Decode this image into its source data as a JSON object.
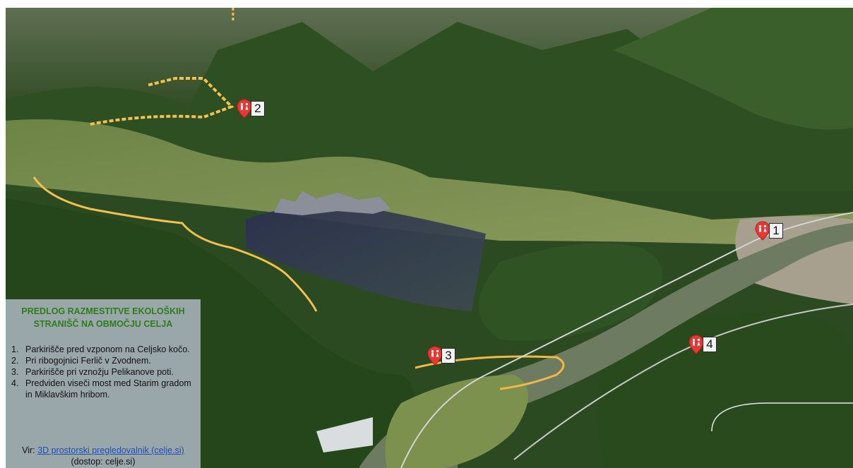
{
  "map": {
    "markers": [
      {
        "id": "1",
        "label": "1",
        "icon": "toilet-pin-icon"
      },
      {
        "id": "2",
        "label": "2",
        "icon": "toilet-pin-icon"
      },
      {
        "id": "3",
        "label": "3",
        "icon": "toilet-pin-icon"
      },
      {
        "id": "4",
        "label": "4",
        "icon": "toilet-pin-icon"
      }
    ],
    "colors": {
      "forest_dark": "#1f3a16",
      "forest": "#2f5223",
      "meadow": "#7b8f4e",
      "river": "#6f7d5e",
      "trail": "#f2c14e",
      "pin": "#e53935",
      "castle_area": "#3b3f5e"
    }
  },
  "legend": {
    "title_line1": "PREDLOG RAZMESTITVE EKOLOŠKIH",
    "title_line2": "STRANIŠČ NA OBMOČJU CELJA",
    "items": [
      {
        "num": "1.",
        "text": "Parkirišče pred vzponom na Celjsko kočo."
      },
      {
        "num": "2.",
        "text": "Pri ribogojnici Ferlič v Zvodnem."
      },
      {
        "num": "3.",
        "text": "Parkirišče pri vznožju Pelikanove poti."
      },
      {
        "num": "4.",
        "text": "Predviden viseči most med Starim gradom in Miklavškim hribom."
      }
    ],
    "source_prefix": "Vir: ",
    "source_link": "3D prostorski pregledovalnik (celje.si)",
    "source_access": "(dostop: celje.si)"
  }
}
